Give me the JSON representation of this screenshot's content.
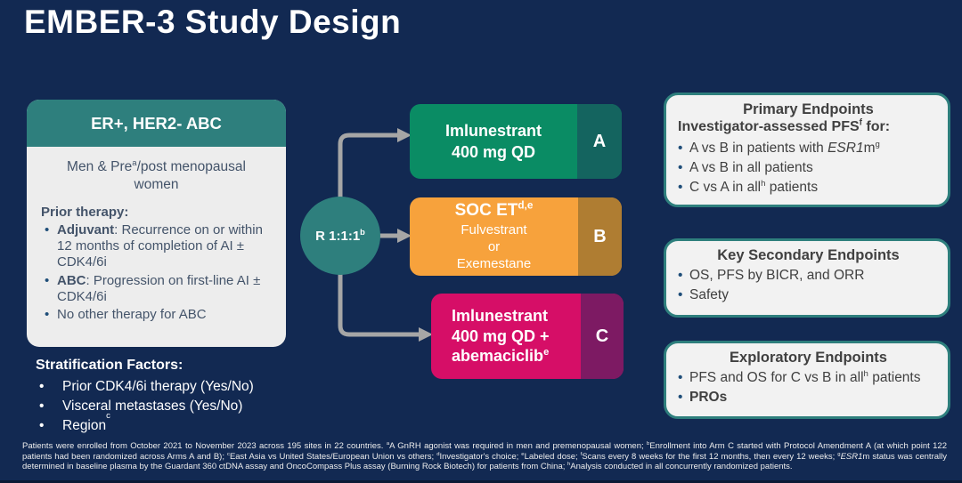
{
  "title": "EMBER-3 Study Design",
  "colors": {
    "background_navy": "#122952",
    "teal": "#2E7F7D",
    "card_bg": "#EDEDED",
    "arm_a_green": "#0A8C64",
    "arm_a_tab": "#14645F",
    "arm_b_orange": "#F7A23C",
    "arm_b_tab": "#AF7D32",
    "arm_c_magenta": "#D60E67",
    "arm_c_tab": "#7D1A63",
    "arrow_gray": "#A6A6A6",
    "endpoint_border": "#2E7F7D",
    "card_text": "#44546A"
  },
  "eligibility_card": {
    "header": "ER+, HER2- ABC",
    "population": {
      "pre": "Men & Pre",
      "sup": "a",
      "post": "/post menopausal women"
    },
    "prior_therapy_label": "Prior therapy:",
    "bullets": [
      {
        "lead": "Adjuvant",
        "rest": ": Recurrence on or within 12 months of completion of AI ± CDK4/6i"
      },
      {
        "lead": "ABC",
        "rest": ": Progression on first-line AI ± CDK4/6i"
      },
      {
        "lead": "",
        "rest": "No other therapy for ABC"
      }
    ]
  },
  "stratification": {
    "label": "Stratification Factors:",
    "items": [
      {
        "text": "Prior CDK4/6i therapy (Yes/No)",
        "sup": ""
      },
      {
        "text": "Visceral metastases (Yes/No)",
        "sup": ""
      },
      {
        "text": "Region",
        "sup": "c"
      }
    ]
  },
  "randomization": {
    "label": "R 1:1:1",
    "sup": "b"
  },
  "arms": {
    "a": {
      "letter": "A",
      "line1": "Imlunestrant",
      "line2": "400 mg QD"
    },
    "b": {
      "letter": "B",
      "title": "SOC ET",
      "title_sup": "d,e",
      "line1": "Fulvestrant",
      "line2": "or",
      "line3": "Exemestane"
    },
    "c": {
      "letter": "C",
      "line1": "Imlunestrant",
      "line2": "400 mg QD +",
      "line3": "abemaciclib",
      "line3_sup": "e"
    }
  },
  "primary_endpoints": {
    "title": "Primary Endpoints",
    "subtitle": {
      "pre": "Investigator-assessed PFS",
      "sup": "f",
      "post": " for:"
    },
    "bullet1": {
      "pre": "A vs B in patients with ",
      "italic": "ESR1",
      "mid": "m",
      "sup": "g"
    },
    "bullet2": "A vs B in all patients",
    "bullet3": {
      "pre": "C vs A in all",
      "sup": "h",
      "post": " patients"
    }
  },
  "key_secondary_endpoints": {
    "title": "Key Secondary Endpoints",
    "bullet1": "OS, PFS by BICR, and ORR",
    "bullet2": "Safety"
  },
  "exploratory_endpoints": {
    "title": "Exploratory Endpoints",
    "bullet1": {
      "pre": "PFS and OS for C vs B in all",
      "sup": "h",
      "post": " patients"
    },
    "bullet2": "PROs"
  },
  "footnote": {
    "segments": [
      {
        "t": "Patients were enrolled from October 2021 to November 2023 across 195 sites in 22 countries. "
      },
      {
        "t": "a"
      },
      {
        "t": "A GnRH agonist was required in men and premenopausal women; "
      },
      {
        "t": "b"
      },
      {
        "t": "Enrollment into Arm C started with Protocol Amendment A (at which point 122 patients had been randomized across Arms A and B); "
      },
      {
        "t": "c"
      },
      {
        "t": "East Asia vs United States/European Union vs others; "
      },
      {
        "t": "d"
      },
      {
        "t": "Investigator's choice; "
      },
      {
        "t": "e"
      },
      {
        "t": "Labeled dose; "
      },
      {
        "t": "f"
      },
      {
        "t": "Scans every 8 weeks for the first 12 months, then every 12 weeks; "
      },
      {
        "t": "g"
      },
      {
        "t": "ESR1"
      },
      {
        "t": "m status was centrally determined in baseline plasma by the Guardant 360 ctDNA assay and OncoCompass Plus assay (Burning Rock Biotech) for patients from China; "
      },
      {
        "t": "h"
      },
      {
        "t": "Analysis conducted in all concurrently randomized patients."
      }
    ]
  }
}
